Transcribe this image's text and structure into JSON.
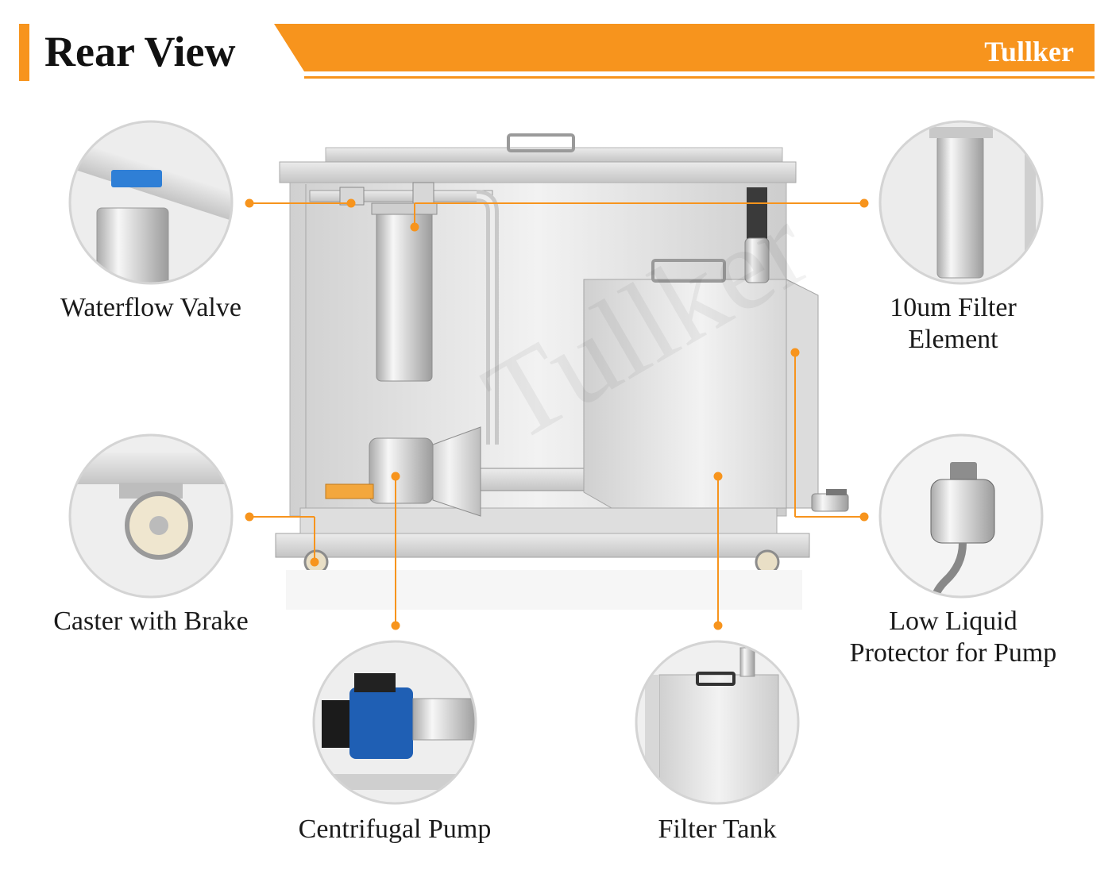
{
  "header": {
    "title": "Rear View",
    "brand": "Tullker",
    "accent_color": "#f7941d"
  },
  "callouts": {
    "waterflow_valve": "Waterflow Valve",
    "filter_element_line1": "10um Filter",
    "filter_element_line2": "Element",
    "caster": "Caster with Brake",
    "low_liquid_line1": "Low Liquid",
    "low_liquid_line2": "Protector for Pump",
    "centrifugal_pump": "Centrifugal Pump",
    "filter_tank": "Filter Tank"
  },
  "watermark": "Tullker"
}
